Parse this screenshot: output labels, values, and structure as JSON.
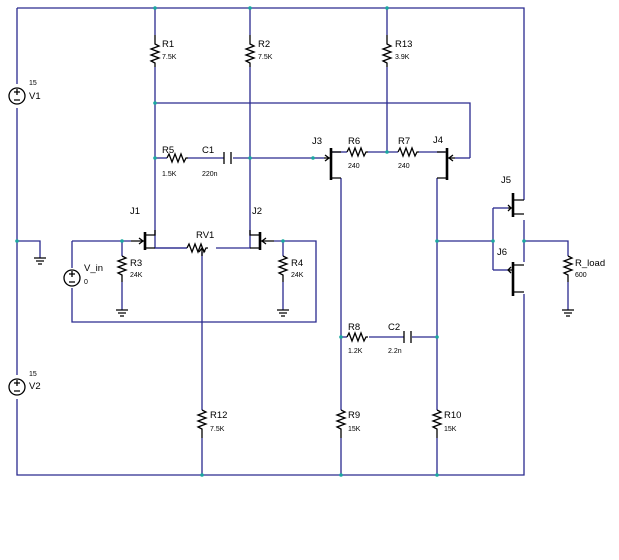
{
  "components": {
    "R1": {
      "ref": "R1",
      "value": "7.5K"
    },
    "R2": {
      "ref": "R2",
      "value": "7.5K"
    },
    "R13": {
      "ref": "R13",
      "value": "3.9K"
    },
    "R5": {
      "ref": "R5",
      "value": "1.5K"
    },
    "C1": {
      "ref": "C1",
      "value": "220n"
    },
    "R6": {
      "ref": "R6",
      "value": "240"
    },
    "R7": {
      "ref": "R7",
      "value": "240"
    },
    "R3": {
      "ref": "R3",
      "value": "24K"
    },
    "R4": {
      "ref": "R4",
      "value": "24K"
    },
    "RV1": {
      "ref": "RV1",
      "value": ""
    },
    "R8": {
      "ref": "R8",
      "value": "1.2K"
    },
    "C2": {
      "ref": "C2",
      "value": "2.2n"
    },
    "R12": {
      "ref": "R12",
      "value": "7.5K"
    },
    "R9": {
      "ref": "R9",
      "value": "15K"
    },
    "R10": {
      "ref": "R10",
      "value": "15K"
    },
    "R_load": {
      "ref": "R_load",
      "value": "600"
    },
    "V1": {
      "ref": "V1",
      "value": "15"
    },
    "V2": {
      "ref": "V2",
      "value": "15"
    },
    "V_in": {
      "ref": "V_in",
      "value": "0"
    },
    "J1": {
      "ref": "J1"
    },
    "J2": {
      "ref": "J2"
    },
    "J3": {
      "ref": "J3"
    },
    "J4": {
      "ref": "J4"
    },
    "J5": {
      "ref": "J5"
    },
    "J6": {
      "ref": "J6"
    }
  },
  "colors": {
    "wire": "#2a2a8f",
    "component": "#000000",
    "node": "#1aa8a0"
  }
}
